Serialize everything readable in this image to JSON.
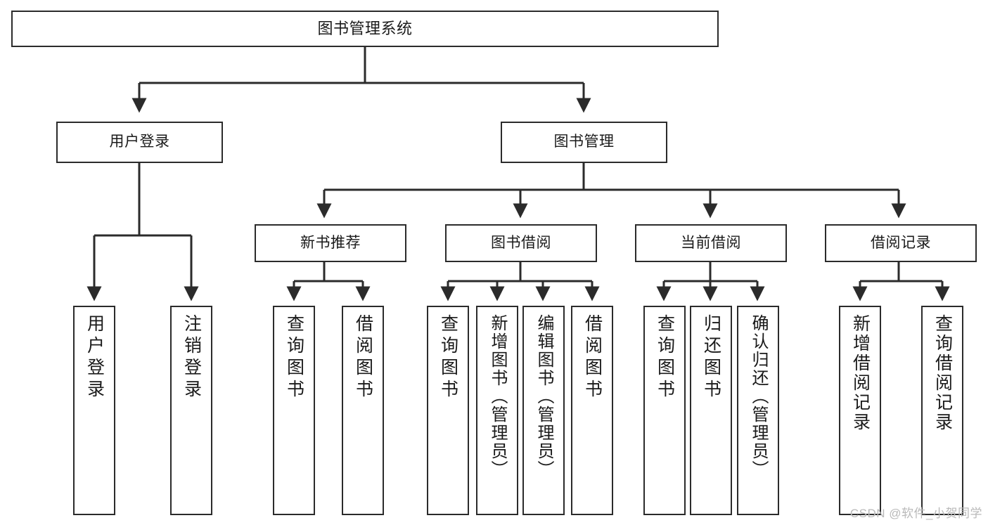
{
  "diagram": {
    "title": "图书管理系统",
    "watermark": "CSDN @软件_小贺同学",
    "colors": {
      "stroke": "#2b2b2b",
      "fill": "#ffffff",
      "text": "#1a1a1a",
      "watermark": "#b9b9b9"
    },
    "nodes": {
      "root": {
        "label": "图书管理系统"
      },
      "level1": [
        {
          "label": "用户登录"
        },
        {
          "label": "图书管理"
        }
      ],
      "level2": [
        {
          "label": "新书推荐"
        },
        {
          "label": "图书借阅"
        },
        {
          "label": "当前借阅"
        },
        {
          "label": "借阅记录"
        }
      ],
      "leaves": {
        "user_login": [
          {
            "label": "用户登录"
          },
          {
            "label": "注销登录"
          }
        ],
        "new_book": [
          {
            "label": "查询图书"
          },
          {
            "label": "借阅图书"
          }
        ],
        "book_borrow": [
          {
            "label": "查询图书"
          },
          {
            "label": "新增图书（管理员）"
          },
          {
            "label": "编辑图书（管理员）"
          },
          {
            "label": "借阅图书"
          }
        ],
        "current_borrow": [
          {
            "label": "查询图书"
          },
          {
            "label": "归还图书"
          },
          {
            "label": "确认归还（管理员）"
          }
        ],
        "borrow_record": [
          {
            "label": "新增借阅记录"
          },
          {
            "label": "查询借阅记录"
          }
        ]
      }
    }
  }
}
